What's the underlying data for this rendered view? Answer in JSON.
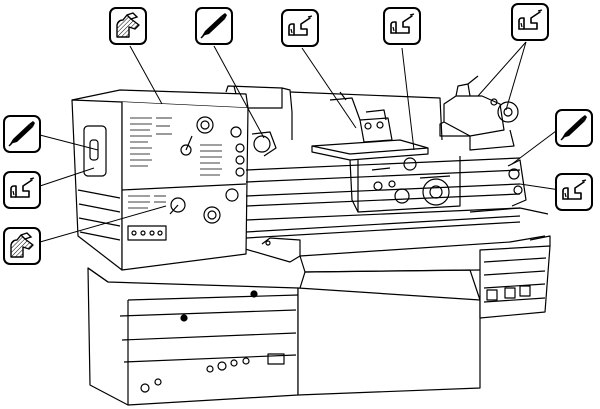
{
  "diagram": {
    "subject": "engine lathe",
    "line_color": "#000000",
    "background": "#ffffff"
  },
  "symbols": [
    {
      "id": "top-1",
      "icon": "hatched-hand-grease-icon"
    },
    {
      "id": "top-2",
      "icon": "oil-can-icon"
    },
    {
      "id": "top-3",
      "icon": "hand-pump-oiler-icon"
    },
    {
      "id": "top-4",
      "icon": "hand-pump-oiler-icon"
    },
    {
      "id": "top-5",
      "icon": "hand-pump-oiler-icon"
    },
    {
      "id": "left-1",
      "icon": "oil-can-icon"
    },
    {
      "id": "left-2",
      "icon": "hand-pump-oiler-icon"
    },
    {
      "id": "left-3",
      "icon": "hatched-hand-grease-icon"
    },
    {
      "id": "right-1",
      "icon": "oil-can-icon"
    },
    {
      "id": "right-2",
      "icon": "hand-pump-oiler-icon"
    }
  ]
}
